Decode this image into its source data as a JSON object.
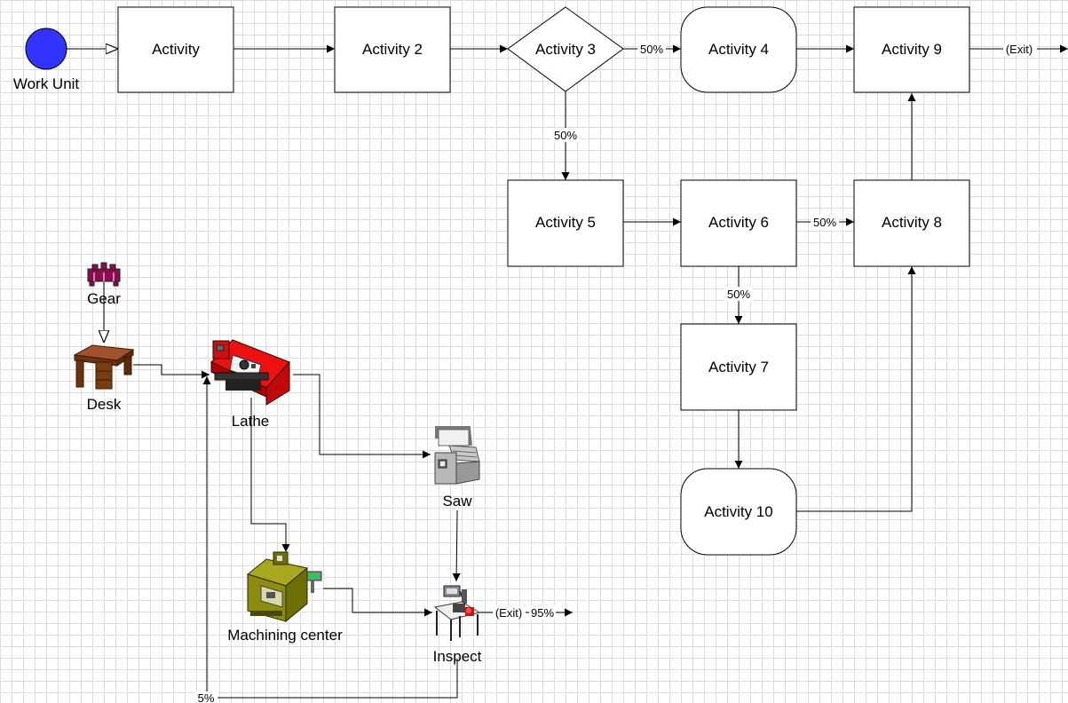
{
  "start": {
    "label": "Work Unit",
    "color": "#3333ff"
  },
  "activities": {
    "a1": "Activity",
    "a2": "Activity 2",
    "a3": "Activity 3",
    "a4": "Activity 4",
    "a5": "Activity 5",
    "a6": "Activity 6",
    "a7": "Activity 7",
    "a8": "Activity 8",
    "a9": "Activity 9",
    "a10": "Activity 10"
  },
  "edge_labels": {
    "a3_to_a4": "50%",
    "a3_to_a5": "50%",
    "a6_to_a8": "50%",
    "a6_to_a7": "50%",
    "a9_exit": "(Exit)"
  },
  "process": {
    "gear": "Gear",
    "desk": "Desk",
    "lathe": "Lathe",
    "saw": "Saw",
    "machining": "Machining center",
    "inspect": "Inspect",
    "inspect_exit": "(Exit)",
    "inspect_exit_pct": "95%",
    "rework_pct": "5%"
  },
  "icons": {
    "gear": "gear-icon",
    "desk": "desk-icon",
    "lathe": "lathe-icon",
    "saw": "saw-icon",
    "machining": "machining-center-icon",
    "inspect": "inspect-station-icon"
  },
  "colors": {
    "gear": "#8b0a50",
    "desk": "#8b4513",
    "lathe": "#dd1111",
    "saw": "#9a9a9a",
    "machining": "#8c8c10",
    "inspect": "#8a8a8a"
  }
}
